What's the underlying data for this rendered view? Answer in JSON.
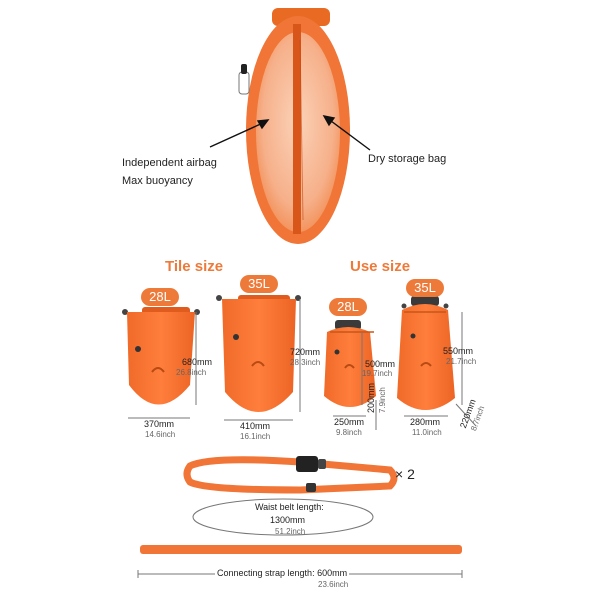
{
  "callouts": {
    "left_line1": "Independent airbag",
    "left_line2": "Max buoyancy",
    "right": "Dry storage bag"
  },
  "sections": {
    "tile": "Tile size",
    "use": "Use size"
  },
  "bags": [
    {
      "badge": "28L",
      "height_mm": "680mm",
      "height_in": "26.8inch",
      "width_mm": "370mm",
      "width_in": "14.6inch"
    },
    {
      "badge": "35L",
      "height_mm": "720mm",
      "height_in": "28.3inch",
      "width_mm": "410mm",
      "width_in": "16.1inch"
    },
    {
      "badge": "28L",
      "height_mm": "500mm",
      "height_in": "19.7inch",
      "width_mm": "250mm",
      "width_in": "9.8inch",
      "depth_mm": "200mm",
      "depth_in": "7.9inch"
    },
    {
      "badge": "35L",
      "height_mm": "550mm",
      "height_in": "21.7inch",
      "width_mm": "280mm",
      "width_in": "11.0inch",
      "depth_mm": "220mm",
      "depth_in": "8.7inch"
    }
  ],
  "belt": {
    "quantity": "× 2",
    "label": "Waist belt length:",
    "mm": "1300mm",
    "inch": "51.2inch"
  },
  "strap": {
    "label": "Connecting strap length:",
    "mm": "600mm",
    "inch": "23.6inch"
  },
  "colors": {
    "orange": "#f07536",
    "orange_dark": "#d85a1c",
    "accent_text": "#ee7a3a"
  }
}
